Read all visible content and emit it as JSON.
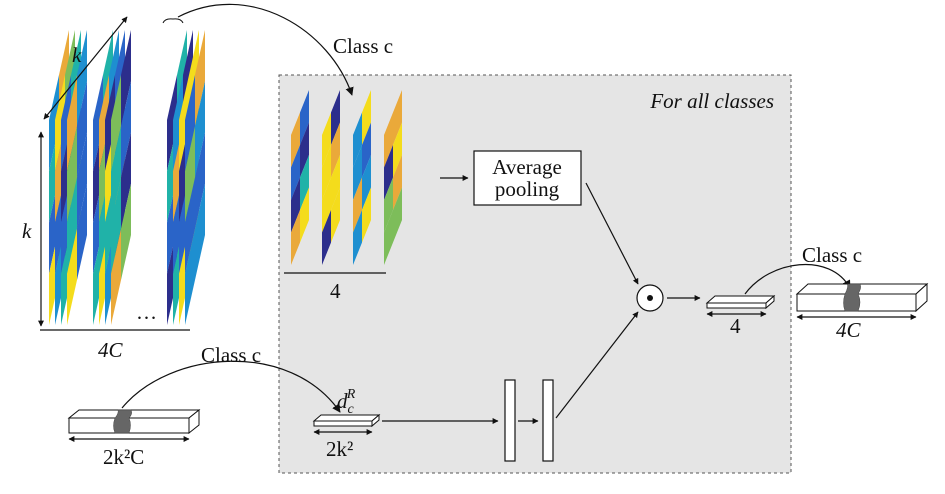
{
  "labels": {
    "k_top": "k",
    "k_left": "k",
    "four_c_left": "4C",
    "class_c_top": "Class c",
    "class_c_right": "Class c",
    "class_c_bottom": "Class c",
    "for_all_classes": "For all classes",
    "avg_pool_line1": "Average",
    "avg_pool_line2": "pooling",
    "four_under_maps": "4",
    "four_under_vec": "4",
    "four_c_right": "4C",
    "two_k2_c": "2k²C",
    "d_c_r": "d_c^R",
    "two_k2": "2k²",
    "dots": "…",
    "odot": "⊙"
  },
  "colors": {
    "viridis_dark": "#2c2e8c",
    "viridis_blue": "#2a64c8",
    "viridis_mid": "#1e8fd0",
    "viridis_teal": "#20b2a8",
    "viridis_green": "#7dbd5a",
    "viridis_orange": "#eaa93a",
    "viridis_yellow": "#f4dc1c",
    "panel_bg": "#e5e5e5",
    "segment_gray": "#666666"
  }
}
